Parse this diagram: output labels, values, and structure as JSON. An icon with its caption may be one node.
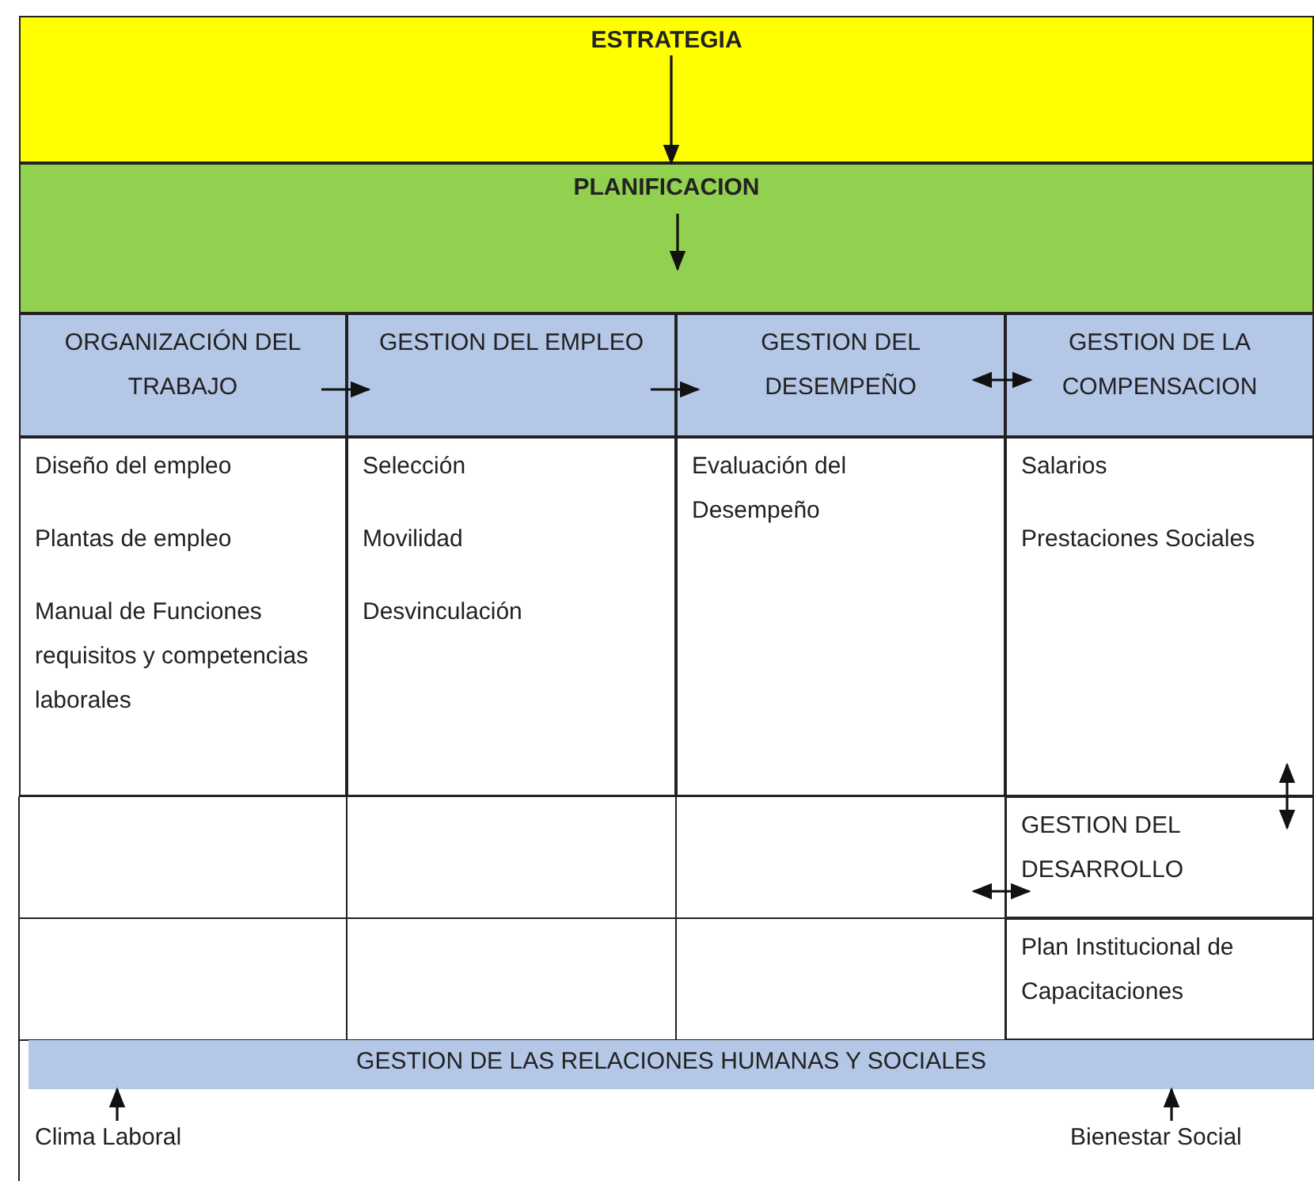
{
  "diagram": {
    "nodes": [
      {
        "text": [
          "ESTRATEGIA"
        ]
      },
      {
        "text": [
          "PLANIFICACION"
        ]
      },
      {
        "text": [
          "ORGANIZACIÓN DEL TRABAJO"
        ]
      },
      {
        "text": [
          "GESTION DEL EMPLEO"
        ]
      },
      {
        "text": [
          "GESTION DEL DESEMPEÑO"
        ]
      },
      {
        "text": [
          "GESTION DE LA COMPENSACION"
        ]
      },
      {
        "text": [
          "Diseño del empleo",
          "Plantas de empleo",
          "Manual de Funciones requisitos y competencias laborales"
        ]
      },
      {
        "text": [
          "Selección",
          "Movilidad",
          "Desvinculación"
        ]
      },
      {
        "text": [
          "Evaluación del Desempeño"
        ]
      },
      {
        "text": [
          "Salarios",
          "Prestaciones Sociales"
        ]
      },
      {
        "text": [
          "GESTION DEL DESARROLLO"
        ]
      },
      {
        "text": [
          "Plan Institucional de Capacitaciones"
        ]
      },
      {
        "text": [
          "GESTION DE LAS RELACIONES HUMANAS Y SOCIALES"
        ]
      },
      {
        "text": [
          "Clima Laboral"
        ]
      },
      {
        "text": [
          "Bienestar Social"
        ]
      }
    ],
    "edges": [
      {
        "from": 0,
        "to": 1,
        "arrow": "to"
      },
      {
        "from": null,
        "to": 1,
        "arrow": "to"
      },
      {
        "from": 2,
        "to": 3,
        "arrow": "to"
      },
      {
        "from": 3,
        "to": 4,
        "arrow": "to"
      },
      {
        "from": 4,
        "to": 5,
        "arrow": "both"
      },
      {
        "from": 9,
        "to": 10,
        "arrow": "both"
      },
      {
        "from": null,
        "to": 10,
        "arrow": "both"
      },
      {
        "from": 13,
        "to": 12,
        "arrow": "to"
      },
      {
        "from": 14,
        "to": 12,
        "arrow": "to"
      }
    ]
  }
}
